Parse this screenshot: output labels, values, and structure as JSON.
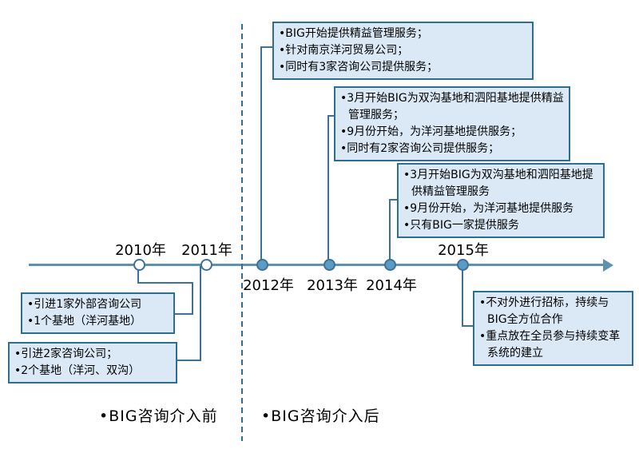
{
  "diagram_type": "timeline",
  "colors": {
    "background": "#ffffff",
    "timeline_line": "#5d92ad",
    "connector_line": "#3e7294",
    "box_fill": "#dbe9f6",
    "box_border": "#2e6e8e",
    "marker_filled_fill": "#5b9bc4",
    "marker_open_fill": "#ffffff",
    "marker_border": "#3e7294",
    "divider_dashed": "#2f6f91",
    "text": "#000000"
  },
  "years": [
    {
      "label": "2010年",
      "marker": "open",
      "label_position": "above"
    },
    {
      "label": "2011年",
      "marker": "open",
      "label_position": "above"
    },
    {
      "label": "2012年",
      "marker": "filled",
      "label_position": "below"
    },
    {
      "label": "2013年",
      "marker": "filled",
      "label_position": "below"
    },
    {
      "label": "2014年",
      "marker": "filled",
      "label_position": "below"
    },
    {
      "label": "2015年",
      "marker": "filled",
      "label_position": "above"
    }
  ],
  "event_boxes": [
    {
      "connected_year": "2012年",
      "lines": [
        "•BIG开始提供精益管理服务；",
        "•针对南京洋河贸易公司；",
        "•同时有3家咨询公司提供服务；"
      ]
    },
    {
      "connected_year": "2013年",
      "lines": [
        "•3月开始BIG为双沟基地和泗阳基地提供精益管理服务；",
        "•9月份开始，为洋河基地提供服务；",
        "•同时有2家咨询公司提供服务；"
      ]
    },
    {
      "connected_year": "2014年",
      "lines": [
        "•3月开始BIG为双沟基地和泗阳基地提供精益管理服务",
        "•9月份开始，为洋河基地提供服务",
        "•只有BIG一家提供服务"
      ]
    },
    {
      "connected_year": "2010年",
      "lines": [
        "•引进1家外部咨询公司",
        "•1个基地（洋河基地）"
      ]
    },
    {
      "connected_year": "2011年",
      "lines": [
        "•引进2家咨询公司；",
        "•2个基地（洋河、双沟）"
      ]
    },
    {
      "connected_year": "2015年",
      "lines": [
        "•不对外进行招标，持续与BIG全方位合作",
        "•重点放在全员参与持续变革系统的建立"
      ]
    }
  ],
  "phase_labels": {
    "before": "•BIG咨询介入前",
    "after": "•BIG咨询介入后"
  }
}
